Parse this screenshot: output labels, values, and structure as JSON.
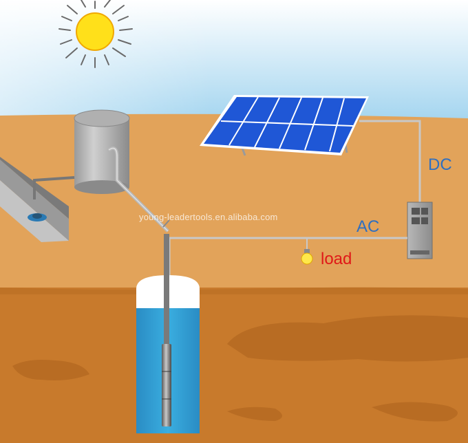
{
  "labels": {
    "dc": "DC",
    "ac": "AC",
    "load": "load"
  },
  "watermark": "young-leadertools.en.alibaba.com",
  "colors": {
    "sky_top": "#ffffff",
    "sky_bottom": "#9fd3ef",
    "ground_upper": "#e2a35a",
    "ground_lower": "#c87a2c",
    "water": "#2f9fd4",
    "solar_panel": "#1f57d6",
    "wire": "#c8c8c8",
    "dc_label": "#2f6fc0",
    "load_label": "#e01818"
  },
  "icons": [
    "sun-icon",
    "solar-panel-icon",
    "water-tank-icon",
    "water-trough-icon",
    "controller-icon",
    "light-bulb-icon",
    "well-icon",
    "submersible-pump-icon"
  ]
}
